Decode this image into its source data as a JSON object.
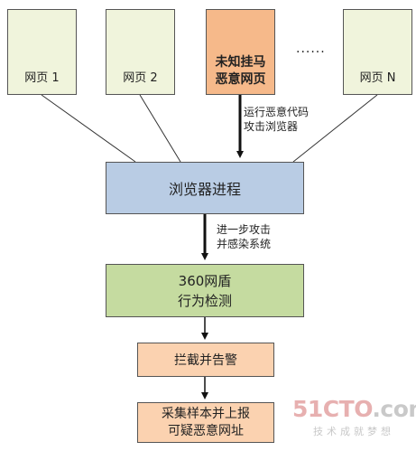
{
  "pages": {
    "p1": "网页 1",
    "p2": "网页 2",
    "malicious_line1": "未知挂马",
    "malicious_line2": "恶意网页",
    "ellipsis": "......",
    "pn": "网页 N"
  },
  "notes": {
    "attack_line1": "运行恶意代码",
    "attack_line2": "攻击浏览器",
    "spread_line1": "进一步攻击",
    "spread_line2": "并感染系统"
  },
  "nodes": {
    "browser": "浏览器进程",
    "shield_line1": "360网盾",
    "shield_line2": "行为检测",
    "intercept": "拦截并告警",
    "report_line1": "采集样本并上报",
    "report_line2": "可疑恶意网址"
  },
  "watermark": {
    "logo_main": "51CTO",
    "logo_suffix": ".com",
    "sub": "技术成就梦想"
  },
  "colors": {
    "page_fill": "#f0f4dc",
    "malicious_fill": "#f6b98a",
    "browser_fill": "#b9cce4",
    "shield_fill": "#c5dba0",
    "action_fill": "#fbd2b0"
  }
}
